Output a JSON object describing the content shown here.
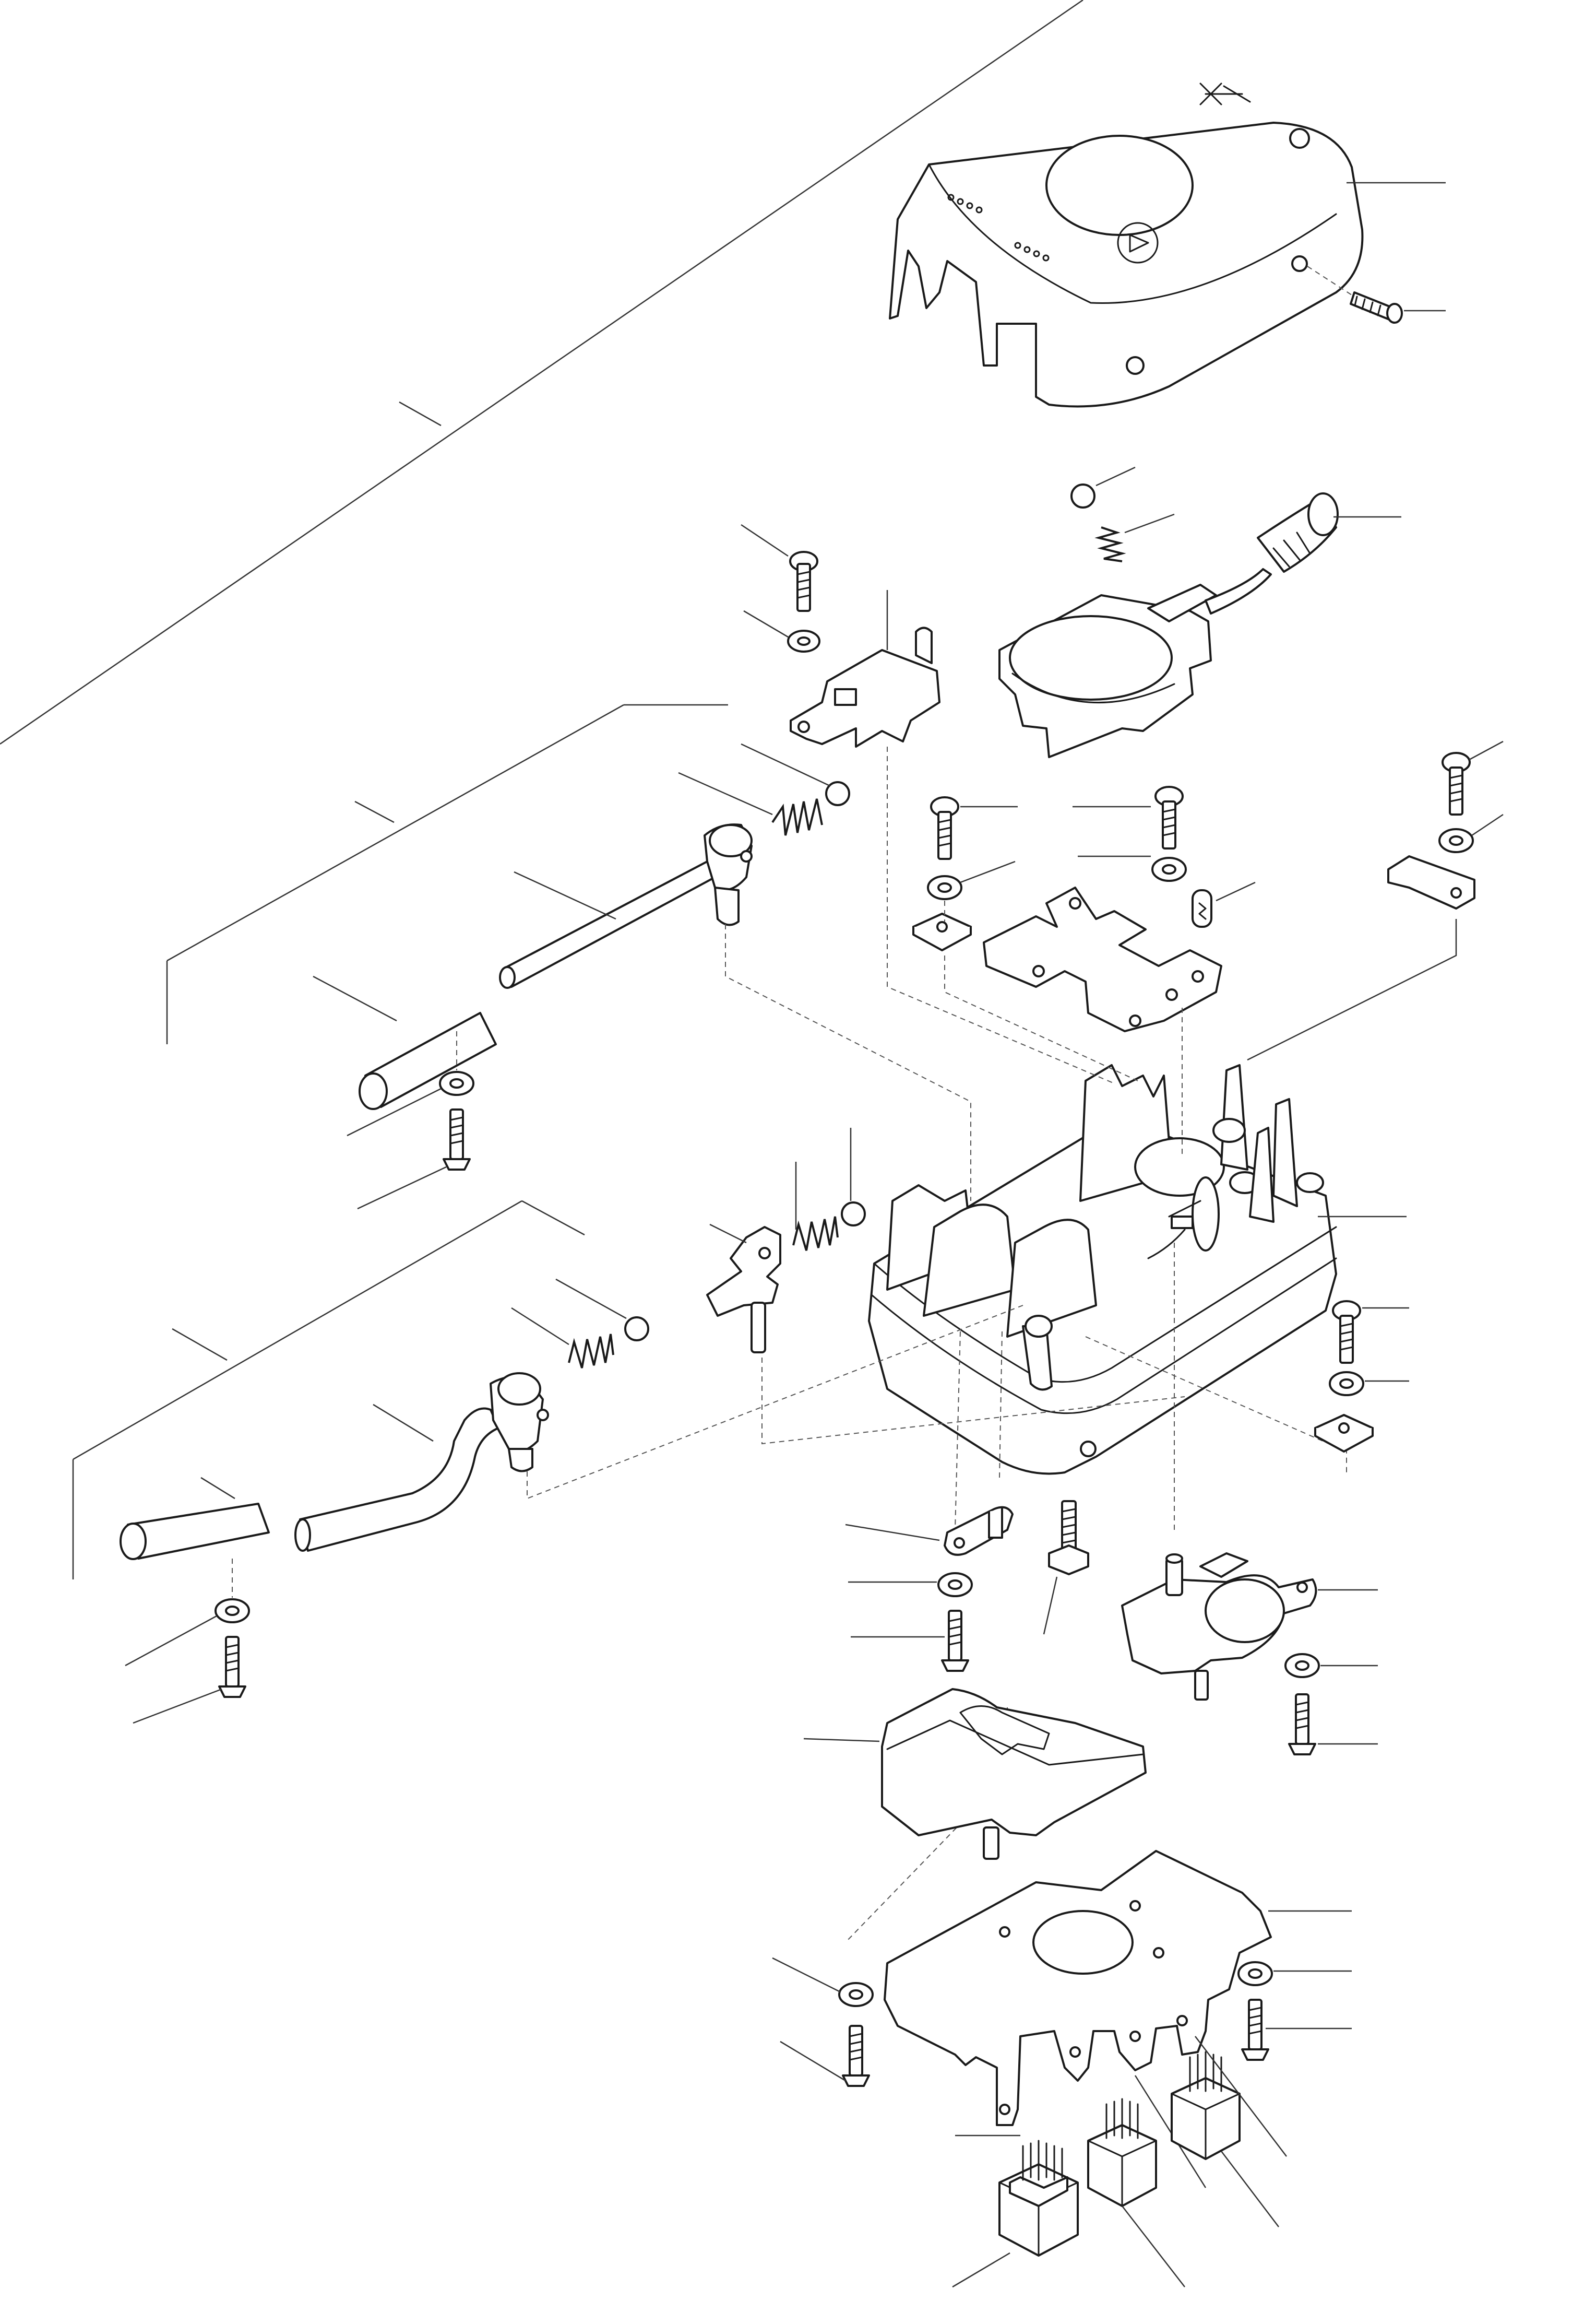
{
  "colors": {
    "line": "#1a1a1a",
    "leader": "#333333",
    "axis": "#555555",
    "background": "#ffffff"
  },
  "parts": [
    "top-cover",
    "cover-screw",
    "cover-detent-ball",
    "cover-detent-spring",
    "lever-bracket-assembly",
    "switch-bracket-screw",
    "switch-bracket-washer",
    "micro-switch-bracket",
    "upper-shaft-ball",
    "upper-shaft-spring",
    "upper-shaft",
    "upper-handle-sleeve",
    "upper-shaft-washer",
    "upper-shaft-screw",
    "contact-plate",
    "plate-screw-left",
    "plate-screw-right",
    "plate-washer-left",
    "plate-washer-right",
    "square-nut-left",
    "indicator-bulb",
    "right-clip-screw",
    "right-clip-washer",
    "right-clip",
    "main-housing",
    "middle-ball",
    "middle-spring",
    "cam-follower",
    "lower-ball",
    "lower-spring",
    "lower-shaft",
    "lower-handle-sleeve",
    "lower-shaft-washer",
    "lower-shaft-screw",
    "housing-right-screw",
    "housing-right-washer",
    "square-nut-right",
    "small-lever",
    "small-lever-washer",
    "small-lever-screw",
    "hex-bolt",
    "rotary-switch",
    "rotary-switch-washer",
    "rotary-switch-screw",
    "cam-block",
    "base-plate",
    "base-plate-left-washer",
    "base-plate-left-screw",
    "base-plate-right-washer",
    "base-plate-right-screw",
    "connector-left",
    "connector-middle",
    "connector-right"
  ]
}
